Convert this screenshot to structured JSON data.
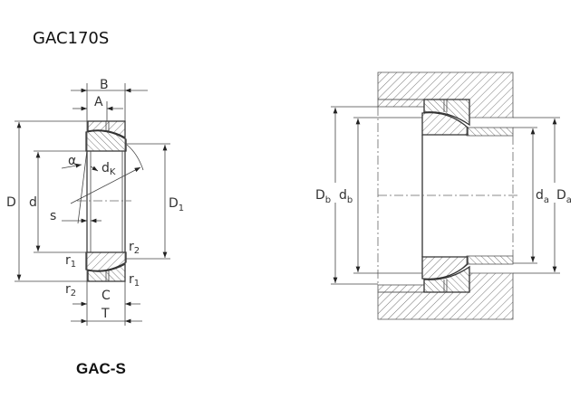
{
  "title": "GAC170S",
  "subtitle": "GAC-S",
  "bearing_labels": {
    "B": "B",
    "A": "A",
    "D": "D",
    "d": "d",
    "D1": "D",
    "D1_sub": "1",
    "alpha": "α",
    "dK": "d",
    "dK_sub": "K",
    "s": "s",
    "r1a": "r",
    "r1a_sub": "1",
    "r1b": "r",
    "r1b_sub": "1",
    "r2a": "r",
    "r2a_sub": "2",
    "r2b": "r",
    "r2b_sub": "2",
    "C": "C",
    "T": "T"
  },
  "mounting_labels": {
    "Db": "D",
    "Db_sub": "b",
    "db": "d",
    "db_sub": "b",
    "da": "d",
    "da_sub": "a",
    "Da": "D",
    "Da_sub": "a"
  }
}
